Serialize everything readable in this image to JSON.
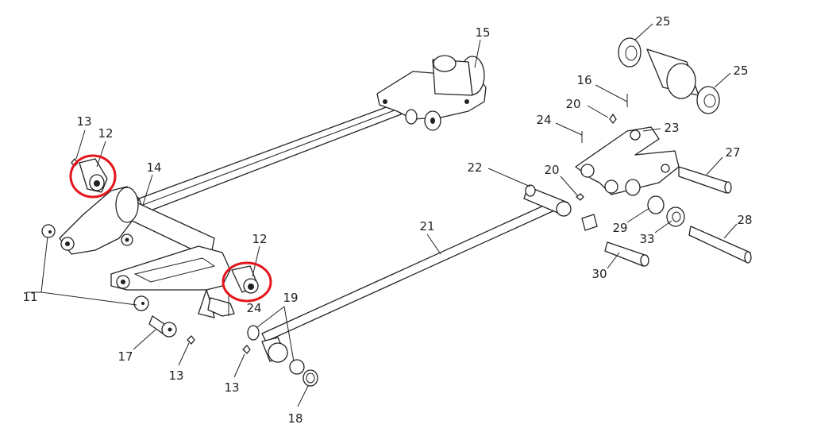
{
  "diagram": {
    "type": "exploded-parts-diagram",
    "highlight_color": "#e5141b",
    "callouts": {
      "p15": "15",
      "p25a": "25",
      "p25b": "25",
      "p16": "16",
      "p20a": "20",
      "p24a": "24",
      "p23": "23",
      "p27": "27",
      "p22": "22",
      "p20b": "20",
      "p21": "21",
      "p28": "28",
      "p29": "29",
      "p33": "33",
      "p30": "30",
      "p13a": "13",
      "p12a": "12",
      "p14": "14",
      "p12b": "12",
      "p11": "11",
      "p24b": "24",
      "p19": "19",
      "p17": "17",
      "p13b": "13",
      "p13c": "13",
      "p18": "18"
    },
    "highlighted_parts": [
      "12",
      "12"
    ]
  }
}
